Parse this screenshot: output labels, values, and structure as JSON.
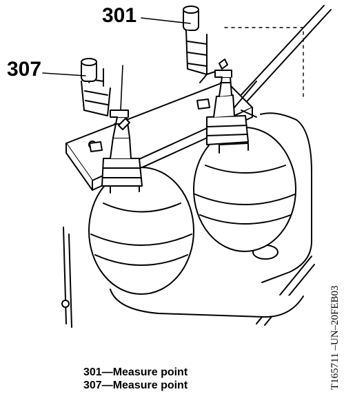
{
  "figure": {
    "callouts": [
      {
        "number": "301"
      },
      {
        "number": "307"
      }
    ],
    "figure_id": "T165711   –UN–20FEB03"
  },
  "legend": [
    {
      "text": "301—Measure point"
    },
    {
      "text": "307—Measure point"
    }
  ]
}
